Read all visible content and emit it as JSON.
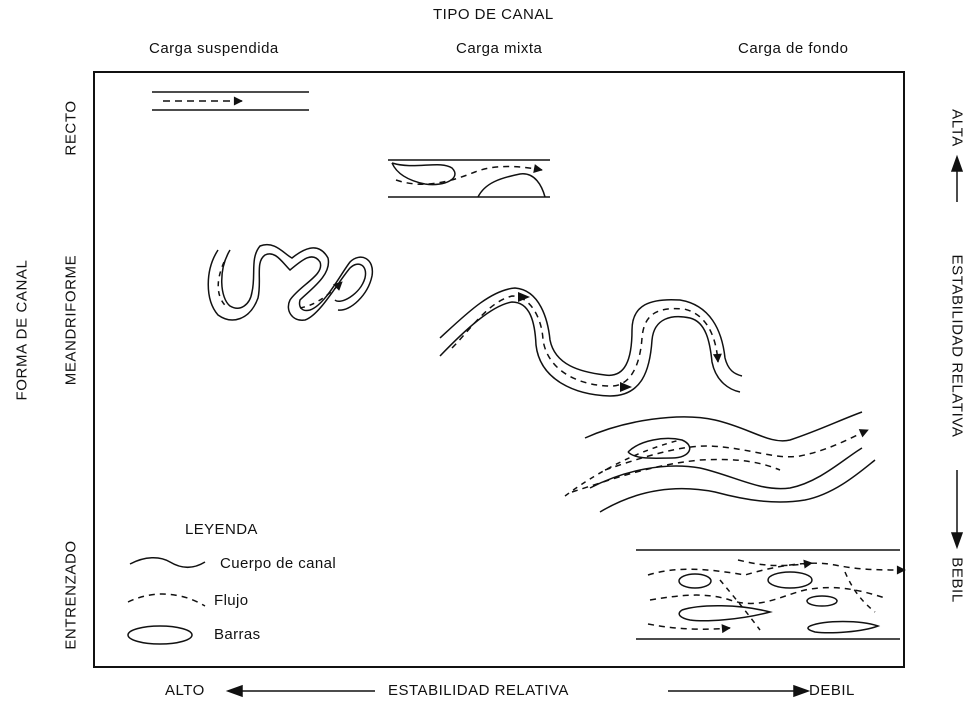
{
  "header": {
    "title": "TIPO DE CANAL",
    "columns": [
      "Carga suspendida",
      "Carga mixta",
      "Carga de fondo"
    ]
  },
  "left_axis": {
    "title": "FORMA DE CANAL",
    "rows": [
      "RECTO",
      "MEANDRIFORME",
      "ENTRENZADO"
    ]
  },
  "bottom_axis": {
    "left": "ALTO",
    "center": "ESTABILIDAD RELATIVA",
    "right": "DEBIL"
  },
  "right_axis": {
    "top": "ALTA",
    "center": "ESTABILIDAD RELATIVA",
    "bottom": "BEBIL"
  },
  "legend": {
    "title": "LEYENDA",
    "items": [
      {
        "label": "Cuerpo de canal",
        "symbol": "solid-wavy-line"
      },
      {
        "label": "Flujo",
        "symbol": "dashed-line"
      },
      {
        "label": "Barras",
        "symbol": "ellipse"
      }
    ]
  }
}
